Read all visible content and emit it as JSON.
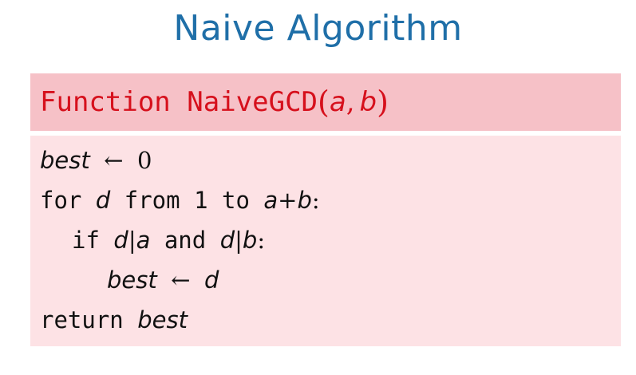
{
  "title": "Naive Algorithm",
  "function": {
    "keyword": "Function",
    "name": "NaiveGCD",
    "open_paren": "(",
    "param_a": "a",
    "comma": ",",
    "param_b": "b",
    "close_paren": ")"
  },
  "code": {
    "line1": {
      "var": "best",
      "arrow": "←",
      "value": "0"
    },
    "line2": {
      "kw_for": "for",
      "var": "d",
      "kw_from": "from",
      "start": "1",
      "kw_to": "to",
      "a": "a",
      "plus": "+",
      "b": "b",
      "colon": ":"
    },
    "line3": {
      "kw_if": "if",
      "d1": "d",
      "bar1": "|",
      "a": "a",
      "kw_and": "and",
      "d2": "d",
      "bar2": "|",
      "b": "b",
      "colon": ":"
    },
    "line4": {
      "var": "best",
      "arrow": "←",
      "value": "d"
    },
    "line5": {
      "kw_return": "return",
      "var": "best"
    }
  },
  "colors": {
    "title": "#1f6fa8",
    "header_bg": "#f6c1c7",
    "header_text": "#d6101c",
    "body_bg": "#fde2e5",
    "body_text": "#111111"
  }
}
